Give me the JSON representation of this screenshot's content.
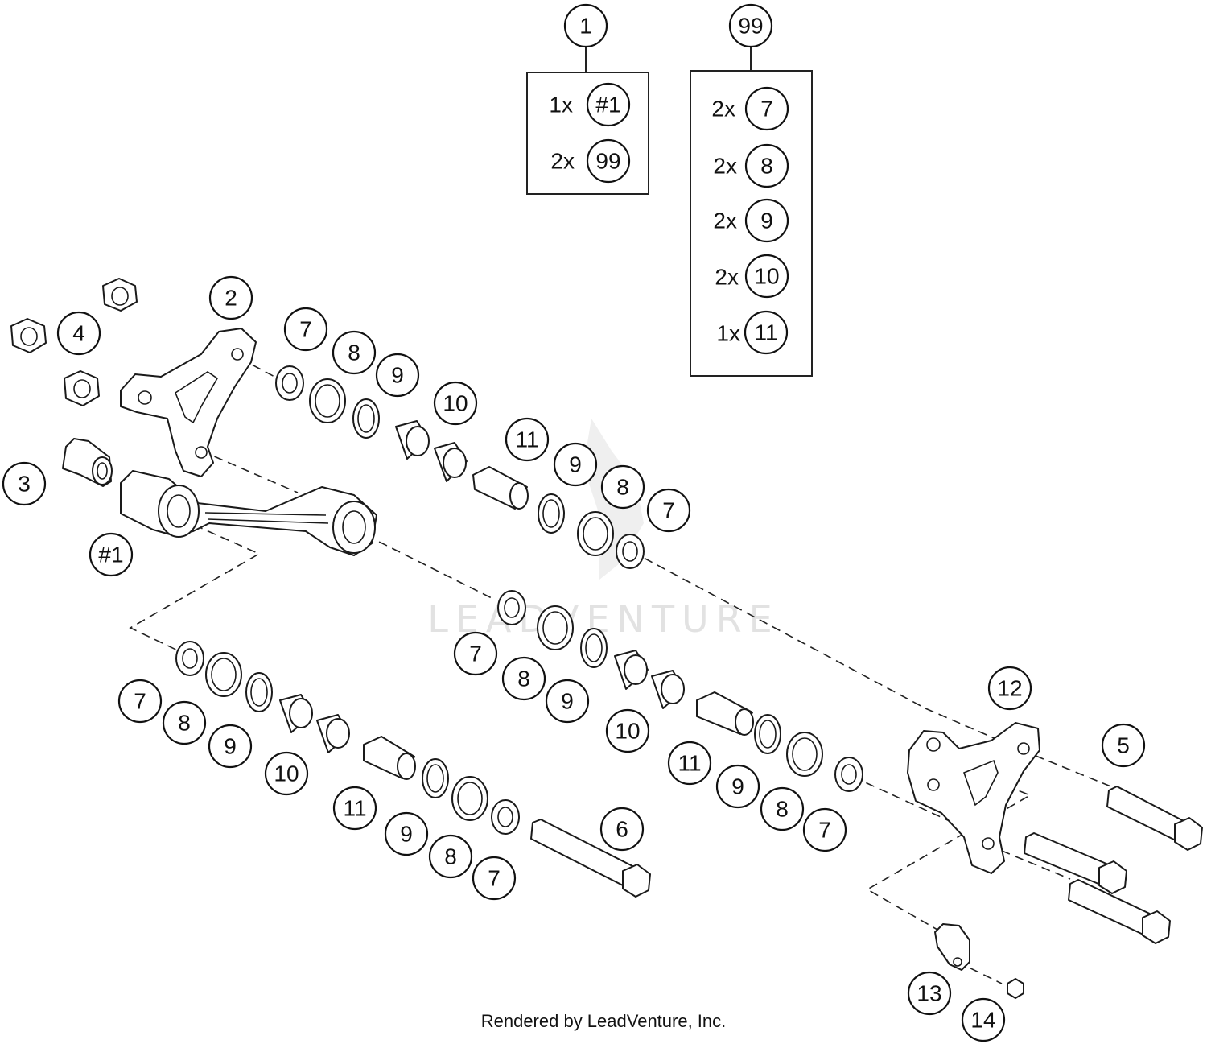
{
  "callouts": {
    "c1": "1",
    "c99": "99",
    "c2": "2",
    "c3": "3",
    "c4": "4",
    "c5": "5",
    "c6": "6",
    "c12": "12",
    "c13": "13",
    "c14": "14",
    "h1": "#1",
    "a7": "7",
    "a8": "8",
    "a9": "9",
    "a10": "10",
    "a11": "11",
    "b9": "9",
    "b8": "8",
    "b7": "7",
    "m7": "7",
    "m8": "8",
    "m9": "9",
    "m10": "10",
    "m11": "11",
    "n9": "9",
    "n8": "8",
    "n7": "7",
    "l7": "7",
    "l8": "8",
    "l9": "9",
    "l10": "10",
    "l11": "11",
    "k9": "9",
    "k8": "8",
    "k7": "7"
  },
  "kit1": {
    "rows": [
      {
        "qty": "1x",
        "part": "#1"
      },
      {
        "qty": "2x",
        "part": "99"
      }
    ]
  },
  "kit99": {
    "rows": [
      {
        "qty": "2x",
        "part": "7"
      },
      {
        "qty": "2x",
        "part": "8"
      },
      {
        "qty": "2x",
        "part": "9"
      },
      {
        "qty": "2x",
        "part": "10"
      },
      {
        "qty": "1x",
        "part": "11"
      }
    ]
  },
  "watermark": "LEADVENTURE",
  "footer": "Rendered by LeadVenture, Inc."
}
